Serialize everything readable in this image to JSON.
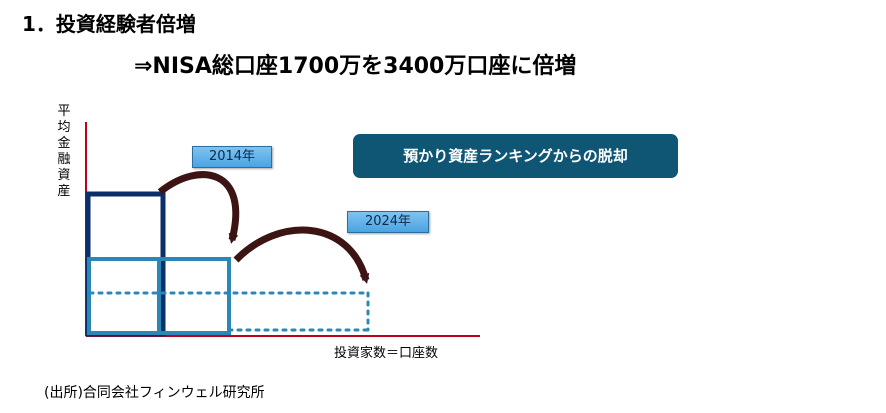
{
  "title": {
    "line1": "1．投資経験者倍増",
    "line2": "⇒NISA総口座1700万を3400万口座に倍増"
  },
  "diagram": {
    "y_axis_label": "平均金融資産",
    "x_axis_label": "投資家数＝口座数",
    "year_start": "2014年",
    "year_end": "2024年",
    "banner": "預かり資産ランキングからの脱却",
    "colors": {
      "axis": "#c0001a",
      "box_2014": "#0b2f6b",
      "box_2024": "#2a87b8",
      "arrow": "#3d1414",
      "banner_bg": "#0f5675",
      "year_box": "#4aa4e2"
    }
  },
  "source": "(出所)合同会社フィンウェル研究所"
}
